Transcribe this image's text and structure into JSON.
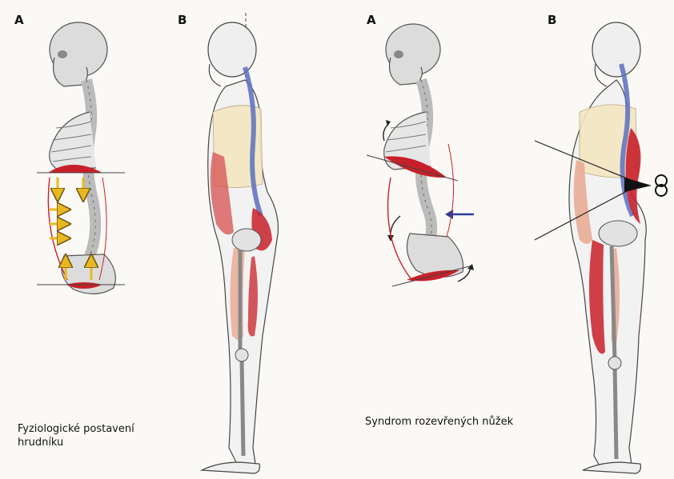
{
  "panels": {
    "left_a": "A",
    "left_b": "B",
    "right_a": "A",
    "right_b": "B"
  },
  "captions": {
    "left_line1": "Fyziologické postavení",
    "left_line2": "hrudníku",
    "right": "Syndrom rozevřených nůžek"
  },
  "colors": {
    "bone": "#dcdcdc",
    "bone_outline": "#555555",
    "muscle_red": "#c8202a",
    "muscle_pink": "#e8a890",
    "blue": "#5b6fbf",
    "cream": "#f4e6c2",
    "arrow_yellow": "#e8b81e",
    "arrow_blue": "#2b3e9e"
  }
}
